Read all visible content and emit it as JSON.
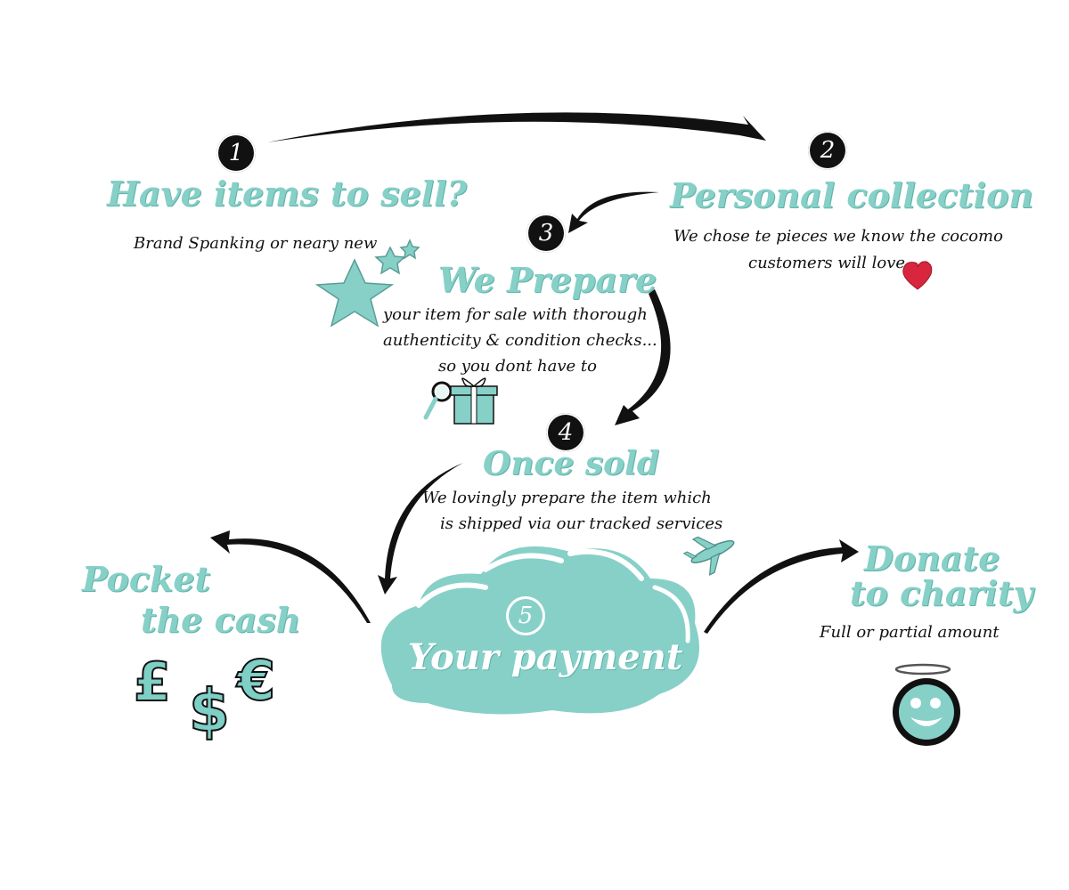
{
  "steps": [
    {
      "number": "1",
      "title": "Have items to sell?",
      "description": "Brand Spanking or neary new"
    },
    {
      "number": "2",
      "title": "Personal collection",
      "description_line1": "We chose te pieces we know the cocomo",
      "description_line2": "customers will love"
    },
    {
      "number": "3",
      "title": "We Prepare",
      "description_line1": "your item for sale with thorough",
      "description_line2": "authenticity & condition checks...",
      "description_line3": "so you dont have to"
    },
    {
      "number": "4",
      "title": "Once sold",
      "description_line1": "We lovingly prepare the item which",
      "description_line2": "is shipped via our tracked services"
    },
    {
      "number": "5",
      "title": "Your payment"
    }
  ],
  "outcomes": {
    "pocket": {
      "title_line1": "Pocket",
      "title_line2": "the cash",
      "symbols": [
        "£",
        "$",
        "€"
      ]
    },
    "donate": {
      "title_line1": "Donate",
      "title_line2": "to charity",
      "description": "Full or partial amount"
    }
  },
  "icons": [
    "star-icon",
    "heart-icon",
    "magnifier-icon",
    "gift-box-icon",
    "airplane-icon",
    "cloud-icon",
    "angel-smiley-icon"
  ],
  "colors": {
    "accent": "#86d0c8",
    "dark": "#111111",
    "heart": "#d7263d"
  }
}
